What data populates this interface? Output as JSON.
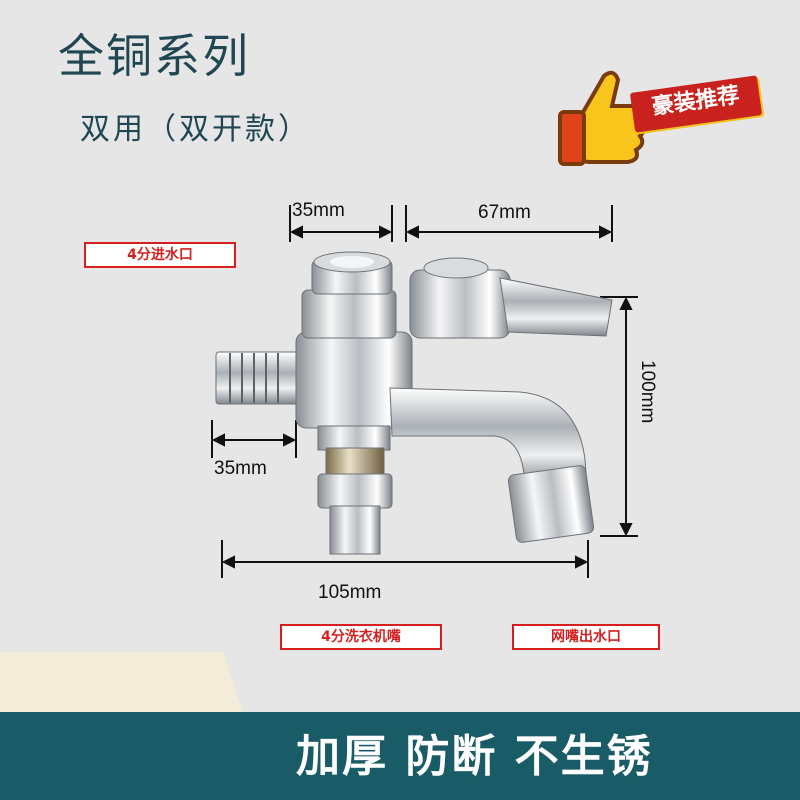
{
  "header": {
    "title": "全铜系列",
    "subtitle": "双用（双开款）"
  },
  "badge": {
    "label": "豪装推荐"
  },
  "dimensions": {
    "top_left": "35mm",
    "top_right": "67mm",
    "height": "100mm",
    "side": "35mm",
    "total_width": "105mm"
  },
  "labels": {
    "inlet": "4分进水口",
    "washer_nozzle": "4分洗衣机嘴",
    "mesh_outlet": "网嘴出水口"
  },
  "footer": {
    "slogan": "加厚 防断 不生锈"
  },
  "colors": {
    "title": "#1f4652",
    "accent_red": "#d42020",
    "band": "#195b66"
  }
}
